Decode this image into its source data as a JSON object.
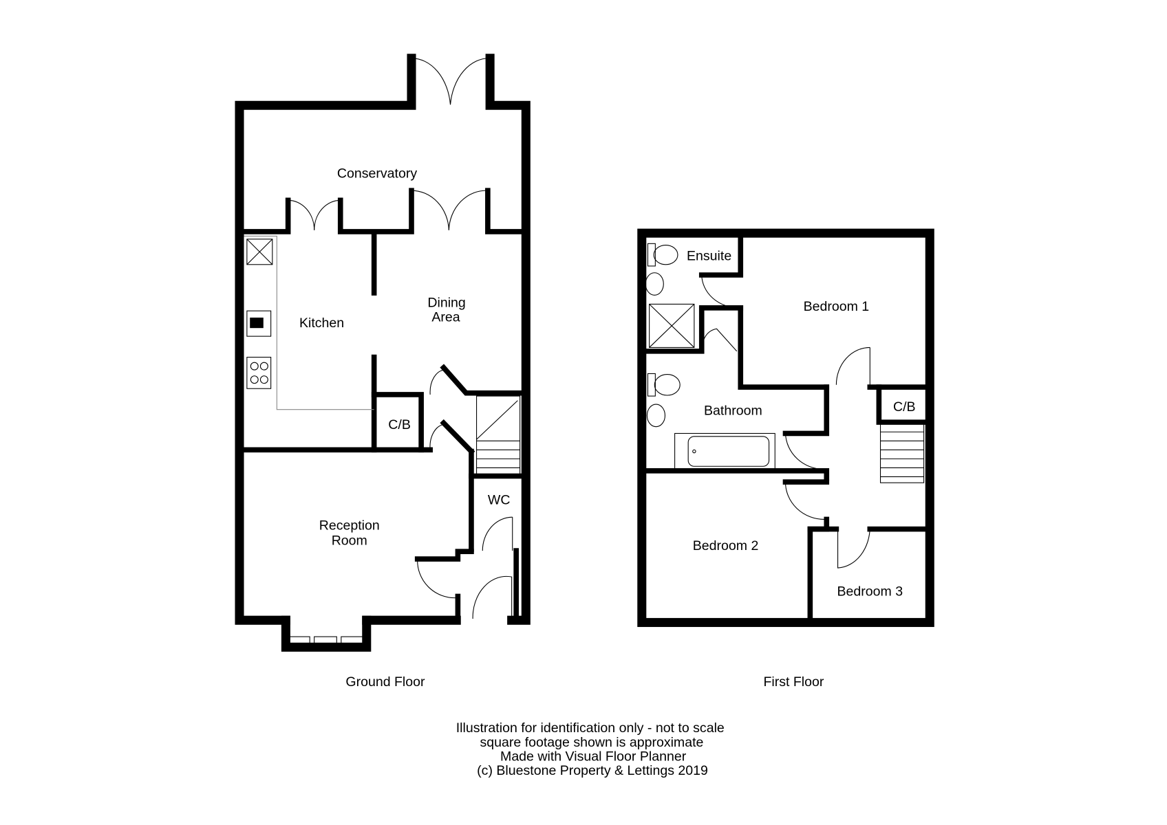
{
  "ground_floor": {
    "title": "Ground Floor",
    "rooms": {
      "conservatory": "Conservatory",
      "kitchen": "Kitchen",
      "dining_1": "Dining",
      "dining_2": "Area",
      "cb": "C/B",
      "reception_1": "Reception",
      "reception_2": "Room",
      "wc": "WC"
    }
  },
  "first_floor": {
    "title": "First Floor",
    "rooms": {
      "ensuite": "Ensuite",
      "bedroom1": "Bedroom 1",
      "bathroom": "Bathroom",
      "cb": "C/B",
      "bedroom2": "Bedroom 2",
      "bedroom3": "Bedroom 3"
    }
  },
  "footer": {
    "line1": "Illustration for identification only - not to scale",
    "line2": "square footage shown is approximate",
    "line3": "Made with Visual Floor Planner",
    "line4": "(c) Bluestone Property & Lettings 2019"
  }
}
